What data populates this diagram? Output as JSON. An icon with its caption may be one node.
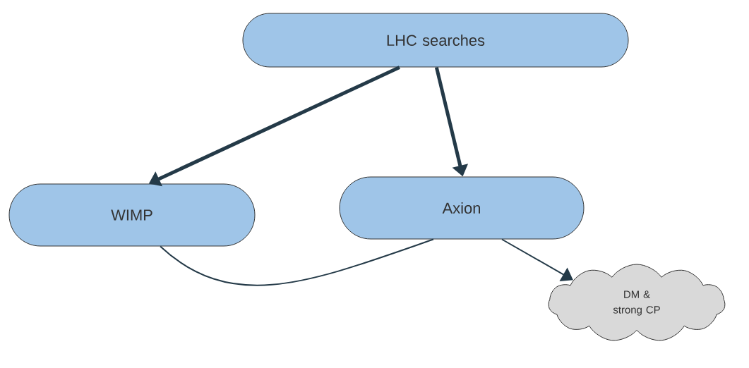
{
  "diagram": {
    "nodes": [
      {
        "text": [
          "LHC searches"
        ]
      },
      {
        "text": [
          "WIMP"
        ]
      },
      {
        "text": [
          "Axion"
        ]
      },
      {
        "text": [
          "DM & strong CP"
        ]
      }
    ],
    "edges": [
      {
        "from": 0,
        "to": 1,
        "arrow": "to",
        "style": "thick"
      },
      {
        "from": 0,
        "to": 2,
        "arrow": "to",
        "style": "thick"
      },
      {
        "from": 1,
        "to": 2,
        "arrow": "none"
      },
      {
        "from": 2,
        "to": 3,
        "arrow": "to"
      }
    ]
  }
}
